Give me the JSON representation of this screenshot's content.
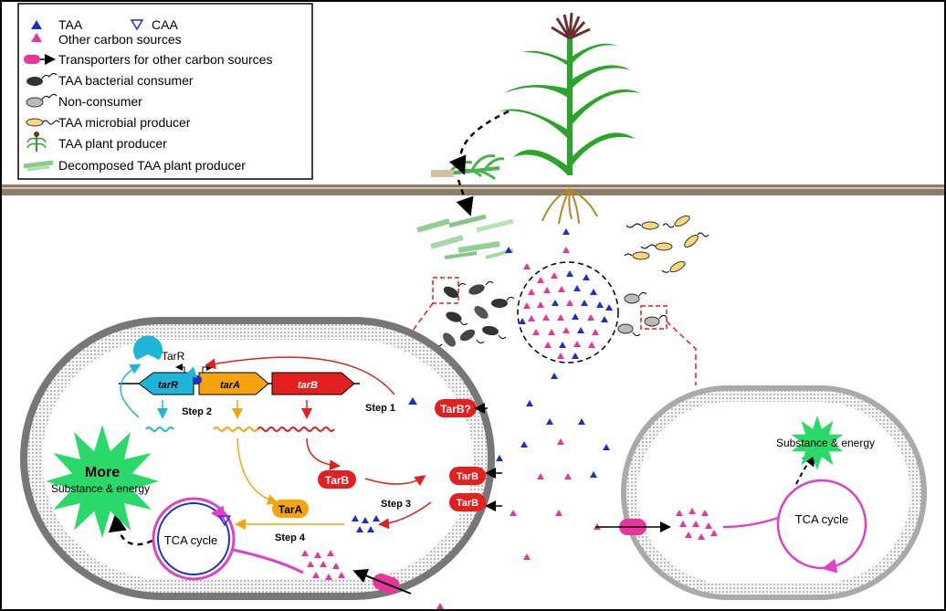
{
  "legend": {
    "items": [
      {
        "symbol": "blue-filled-triangle",
        "label": "TAA"
      },
      {
        "symbol": "blue-open-triangle",
        "label": "CAA"
      },
      {
        "symbol": "pink-triangle",
        "label": "Other carbon sources"
      },
      {
        "symbol": "transporter",
        "label": "Transporters for other carbon sources"
      },
      {
        "symbol": "dark-bacterium",
        "label": "TAA bacterial consumer"
      },
      {
        "symbol": "grey-bacterium",
        "label": "Non-consumer"
      },
      {
        "symbol": "yellow-microbe",
        "label": "TAA microbial producer"
      },
      {
        "symbol": "plant",
        "label": "TAA plant producer"
      },
      {
        "symbol": "decomposed-plant",
        "label": "Decomposed TAA plant producer"
      }
    ]
  },
  "left_cell": {
    "regulator": "TarR",
    "genes": [
      "tarR",
      "tarA",
      "tarB"
    ],
    "steps": [
      "Step 1",
      "Step 2",
      "Step 3",
      "Step 4"
    ],
    "proteins": {
      "tarb_unknown": "TarB?",
      "tarb": "TarB",
      "tara": "TarA"
    },
    "outcome_title": "More",
    "outcome_sub": "Substance & energy",
    "cycle": "TCA cycle"
  },
  "right_cell": {
    "outcome": "Substance & energy",
    "cycle": "TCA cycle"
  },
  "colors": {
    "taa": "#1a2fc8",
    "other_carbon": "#e8359c",
    "tarR": "#1fb5d6",
    "tarA": "#f5a40e",
    "tarB": "#e31f1f",
    "star": "#2bd96b",
    "tca": "#e040c8"
  }
}
